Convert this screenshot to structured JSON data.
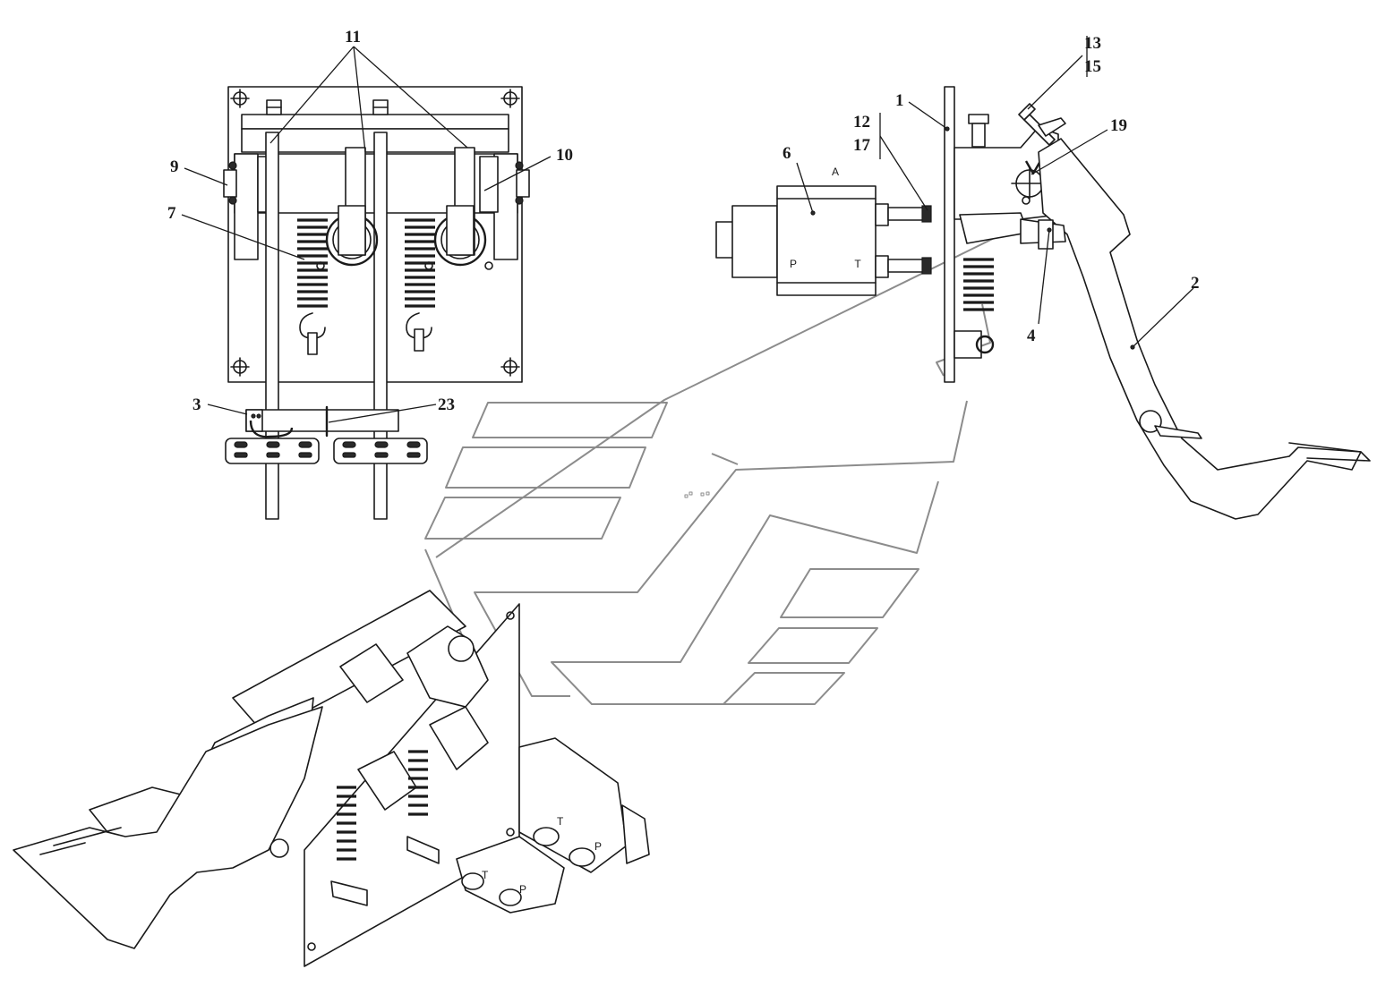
{
  "callouts": {
    "c1": "1",
    "c2": "2",
    "c3": "3",
    "c4": "4",
    "c6": "6",
    "c7": "7",
    "c9": "9",
    "c10": "10",
    "c11": "11",
    "c12": "12",
    "c13": "13",
    "c15": "15",
    "c17": "17",
    "c19": "19",
    "c23": "23"
  },
  "ports": {
    "side_A": "A",
    "side_P": "P",
    "side_T": "T",
    "iso_T1": "T",
    "iso_P1": "P",
    "iso_T2": "T",
    "iso_P2": "P"
  }
}
